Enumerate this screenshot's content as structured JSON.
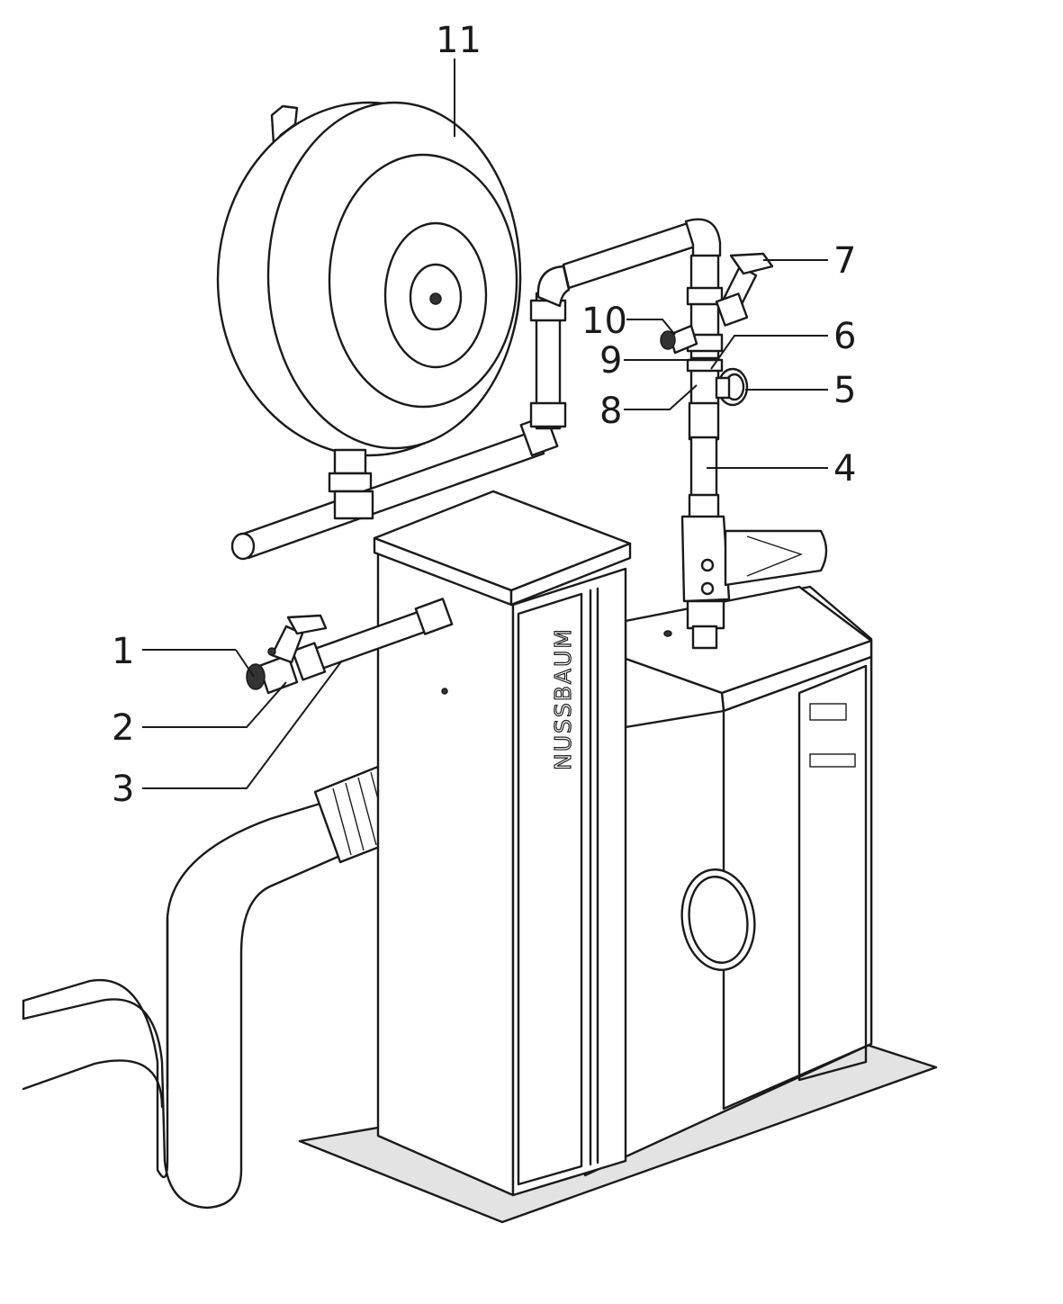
{
  "diagram": {
    "brand_text": "NUSSBAUM",
    "callouts": [
      {
        "id": "1",
        "label": "1"
      },
      {
        "id": "2",
        "label": "2"
      },
      {
        "id": "3",
        "label": "3"
      },
      {
        "id": "4",
        "label": "4"
      },
      {
        "id": "5",
        "label": "5"
      },
      {
        "id": "6",
        "label": "6"
      },
      {
        "id": "7",
        "label": "7"
      },
      {
        "id": "8",
        "label": "8"
      },
      {
        "id": "9",
        "label": "9"
      },
      {
        "id": "10",
        "label": "10"
      },
      {
        "id": "11",
        "label": "11"
      }
    ]
  }
}
